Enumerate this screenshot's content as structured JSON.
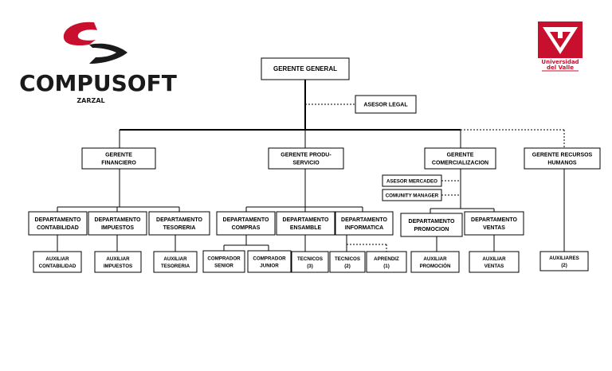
{
  "logos": {
    "left_name": "COMPUSOFT",
    "left_sub": "ZARZAL",
    "right_line1": "Universidad",
    "right_line2": "del Valle"
  },
  "nodes": {
    "gerente_general": [
      "GERENTE GENERAL"
    ],
    "asesor_legal": [
      "ASESOR LEGAL"
    ],
    "gerente_financiero": [
      "GERENTE",
      "FINANCIERO"
    ],
    "gerente_produccion": [
      "GERENTE PRODU-",
      "SERVICIO"
    ],
    "gerente_comercializacion": [
      "GERENTE",
      "COMERCIALIZACION"
    ],
    "gerente_rrhh": [
      "GERENTE RECURSOS",
      "HUMANOS"
    ],
    "asesor_mercadeo": [
      "ASESOR MERCADEO"
    ],
    "comunity_manager": [
      "COMUNITY MANAGER"
    ],
    "depto_contabilidad": [
      "DEPARTAMENTO",
      "CONTABILIDAD"
    ],
    "depto_impuestos": [
      "DEPARTAMENTO",
      "IMPUESTOS"
    ],
    "depto_tesoreria": [
      "DEPARTAMENTO",
      "TESORERIA"
    ],
    "depto_compras": [
      "DEPARTAMENTO",
      "COMPRAS"
    ],
    "depto_ensamble": [
      "DEPARTAMENTO",
      "ENSAMBLE"
    ],
    "depto_informatica": [
      "DEPARTAMENTO",
      "INFORMATICA"
    ],
    "depto_promocion": [
      "DEPARTAMENTO",
      "PROMOCION"
    ],
    "depto_ventas": [
      "DEPARTAMENTO",
      "VENTAS"
    ],
    "aux_contabilidad": [
      "AUXILIAR",
      "CONTABILIDAD"
    ],
    "aux_impuestos": [
      "AUXILIAR",
      "IMPUESTOS"
    ],
    "aux_tesoreria": [
      "AUXILIAR",
      "TESORERIA"
    ],
    "comprador_senior": [
      "COMPRADOR",
      "SENIOR"
    ],
    "comprador_junior": [
      "COMPRADOR",
      "JUNIOR"
    ],
    "tecnicos_3": [
      "TECNICOS",
      "(3)"
    ],
    "tecnicos_2": [
      "TECNICOS",
      "(2)"
    ],
    "aprendiz_1": [
      "APRENDIZ",
      "(1)"
    ],
    "aux_promocion": [
      "AUXILIAR",
      "PROMOCIÓN"
    ],
    "aux_ventas": [
      "AUXILIAR",
      "VENTAS"
    ],
    "auxiliares_2": [
      "AUXILIARES",
      "(2)"
    ]
  },
  "colors": {
    "logo_red": "#c8102e",
    "logo_dark": "#1a1a1a"
  }
}
